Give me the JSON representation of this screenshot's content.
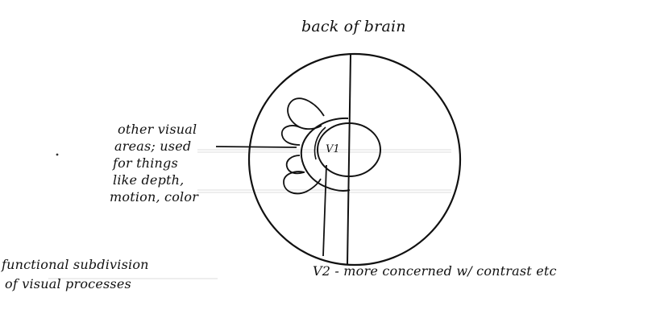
{
  "diagram": {
    "title": "back of brain",
    "areas_label_lines": [
      "other visual",
      "areas; used",
      "for things",
      "like depth,",
      "motion, color"
    ],
    "v1_label": "V1",
    "v2_label": "V2 - more concerned w/ contrast etc",
    "functional_lines": [
      "functional subdivision",
      "of visual processes"
    ],
    "colors": {
      "ink": "#111111",
      "paper": "#ffffff",
      "faint_lines": "#d9d9d9"
    }
  }
}
